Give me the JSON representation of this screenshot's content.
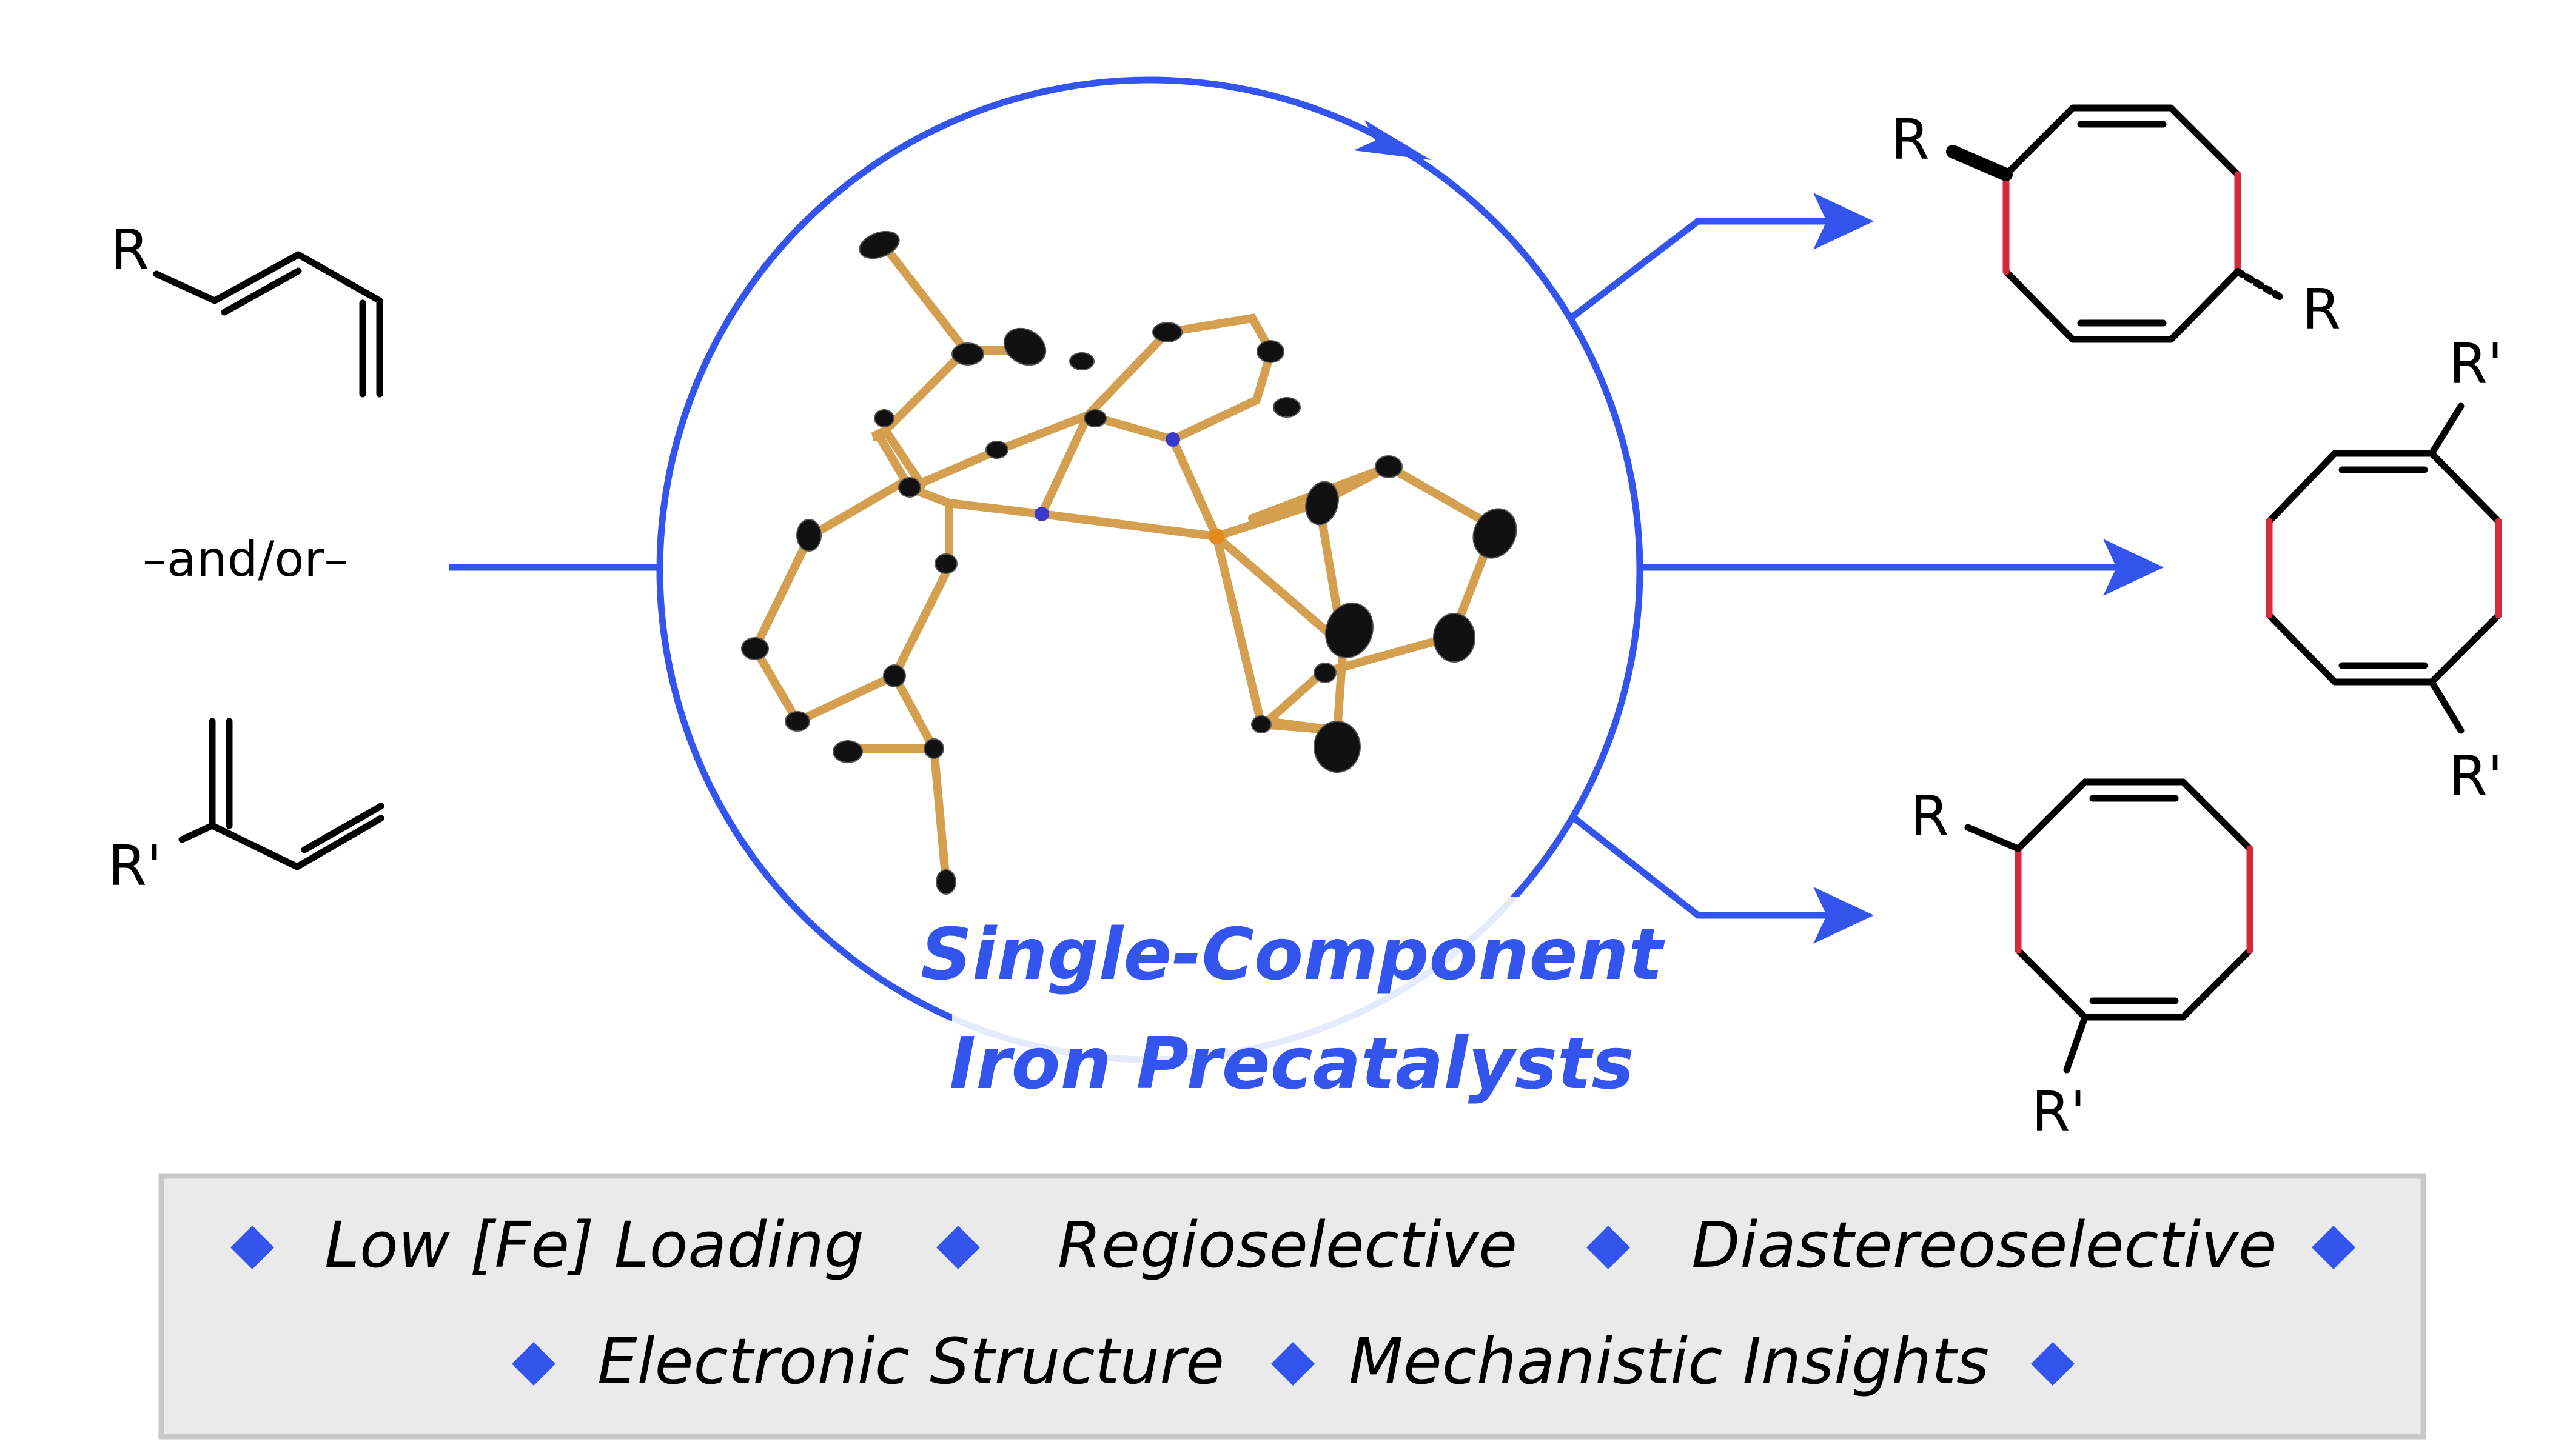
{
  "colors": {
    "blue": "#3355ee",
    "red": "#d42a3c",
    "bond": "#000000",
    "stick": "#d4a050",
    "box_fill": "#eaeaea",
    "box_border": "#c8c8c8"
  },
  "reactants": {
    "diene1_sub": "R",
    "connector": "–and/or–",
    "diene2_sub": "R'"
  },
  "catalyst": {
    "title_line1": "Single-Component",
    "title_line2": "Iron Precatalysts",
    "atom_n1": "N",
    "atom_n2": "N",
    "atom_fe": "Fe",
    "icon": "crystal-structure-ortep-icon"
  },
  "products": {
    "top": {
      "sub1": "R",
      "sub2": "R"
    },
    "middle": {
      "sub1": "R'",
      "sub2": "R'"
    },
    "bottom": {
      "sub1": "R",
      "sub2": "R'"
    }
  },
  "features": {
    "row1": [
      "Low [Fe] Loading",
      "Regioselective",
      "Diastereoselective"
    ],
    "row2": [
      "Electronic Structure",
      "Mechanistic Insights"
    ],
    "bullet_icon": "diamond-bullet-icon"
  }
}
